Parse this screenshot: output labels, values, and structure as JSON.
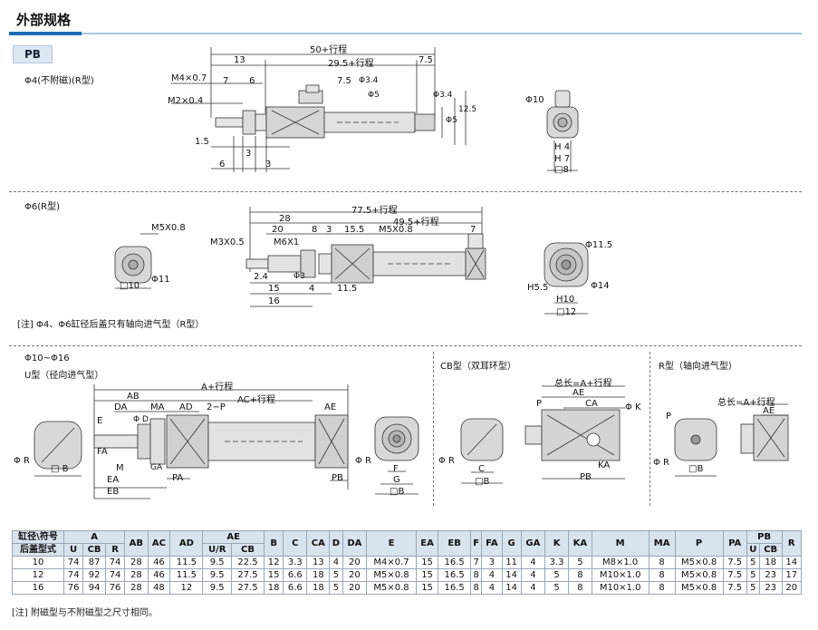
{
  "header": {
    "title": "外部规格",
    "tag": "PB"
  },
  "sections": {
    "phi4": {
      "label": "Φ4(不附磁)(R型)",
      "dims": {
        "total": "50+行程",
        "d13": "13",
        "d295": "29.5+行程",
        "d75a": "7.5",
        "m47": "M4×0.7",
        "d7": "7",
        "d6": "6",
        "m204": "M2×0.4",
        "d75b": "7.5",
        "p34a": "Φ3.4",
        "p5a": "Φ5",
        "p34b": "Φ3.4",
        "p5b": "Φ5",
        "d125": "12.5",
        "d15": "1.5",
        "d6b": "6",
        "d3a": "3",
        "d3b": "3"
      },
      "end": {
        "p10": "Φ10",
        "h4": "H 4",
        "h7": "H 7",
        "sq8": "□8"
      }
    },
    "phi6": {
      "label": "Φ6(R型)",
      "left": {
        "m58": "M5X0.8",
        "sq10": "□10",
        "p11": "Φ11"
      },
      "dims": {
        "total": "77.5+行程",
        "d28": "28",
        "d495": "49.5+行程",
        "d20": "20",
        "d8": "8",
        "d3": "3",
        "d155": "15.5",
        "m58": "M5X0.8",
        "d7": "7",
        "m305": "M3X0.5",
        "m61": "M6X1",
        "d24": "2.4",
        "d15": "15",
        "p3": "Φ3",
        "d4": "4",
        "d115": "11.5",
        "d16": "16"
      },
      "end": {
        "p115": "Φ11.5",
        "h55": "H5.5",
        "p14": "Φ14",
        "h10": "H10",
        "sq12": "□12"
      },
      "note": "[注] Φ4、Φ6缸径后盖只有轴向进气型（R型）"
    },
    "phi1016": {
      "label1": "Φ10~Φ16",
      "label2": "U型（径向进气型）",
      "dims": {
        "aplus": "A+行程",
        "ab": "AB",
        "acplus": "AC+行程",
        "da": "DA",
        "ma": "MA",
        "ad": "AD",
        "twop": "2−P",
        "ae": "AE",
        "e": "E",
        "phid": "Φ D",
        "fa": "FA",
        "m": "M",
        "ga": "GA",
        "ea": "EA",
        "pa": "PA",
        "eb": "EB",
        "pb": "PB"
      },
      "left": {
        "phir": "Φ R",
        "b": "□ B"
      },
      "end": {
        "phir": "Φ R",
        "f": "F",
        "g": "G",
        "b": "□B"
      }
    },
    "cb": {
      "label": "CB型（双耳环型）",
      "phir": "Φ R",
      "c": "C",
      "b": "□B",
      "dims": {
        "total": "总长=A+行程",
        "ae": "AE",
        "p": "P",
        "ca": "CA",
        "phik": "Φ K",
        "ka": "KA",
        "pb": "PB"
      }
    },
    "r": {
      "label": "R型（轴向进气型）",
      "p": "P",
      "phir": "Φ R",
      "b": "□B",
      "dims": {
        "total": "总长=A+行程",
        "ae": "AE"
      }
    }
  },
  "table": {
    "header_row1": [
      "缸径\\符号",
      "A",
      "AB",
      "AC",
      "AD",
      "AE",
      "B",
      "C",
      "CA",
      "D",
      "DA",
      "E",
      "EA",
      "EB",
      "F",
      "FA",
      "G",
      "GA",
      "K",
      "KA",
      "M",
      "MA",
      "P",
      "PA",
      "PB",
      "R"
    ],
    "header_row2": [
      "后盖型式",
      "U",
      "CB",
      "R",
      "U/R",
      "CB",
      "U",
      "CB"
    ],
    "rows": [
      [
        "10",
        "74",
        "87",
        "74",
        "28",
        "46",
        "11.5",
        "9.5",
        "22.5",
        "12",
        "3.3",
        "13",
        "4",
        "20",
        "M4×0.7",
        "15",
        "16.5",
        "7",
        "3",
        "11",
        "4",
        "3.3",
        "5",
        "M8×1.0",
        "8",
        "M5×0.8",
        "7.5",
        "5",
        "18",
        "14"
      ],
      [
        "12",
        "74",
        "92",
        "74",
        "28",
        "46",
        "11.5",
        "9.5",
        "27.5",
        "15",
        "6.6",
        "18",
        "5",
        "20",
        "M5×0.8",
        "15",
        "16.5",
        "8",
        "4",
        "14",
        "4",
        "5",
        "8",
        "M10×1.0",
        "8",
        "M5×0.8",
        "7.5",
        "5",
        "23",
        "17"
      ],
      [
        "16",
        "76",
        "94",
        "76",
        "28",
        "48",
        "12",
        "9.5",
        "27.5",
        "18",
        "6.6",
        "18",
        "5",
        "20",
        "M5×0.8",
        "15",
        "16.5",
        "8",
        "4",
        "14",
        "4",
        "5",
        "8",
        "M10×1.0",
        "8",
        "M5×0.8",
        "7.5",
        "5",
        "23",
        "20"
      ]
    ],
    "note": "[注] 附磁型与不附磁型之尺寸相同。"
  },
  "colors": {
    "accent": "#1e6bb0",
    "accent_light": "#a7c7e7",
    "header_bg": "#d9e3ee",
    "part_fill": "#d5d5d5"
  }
}
